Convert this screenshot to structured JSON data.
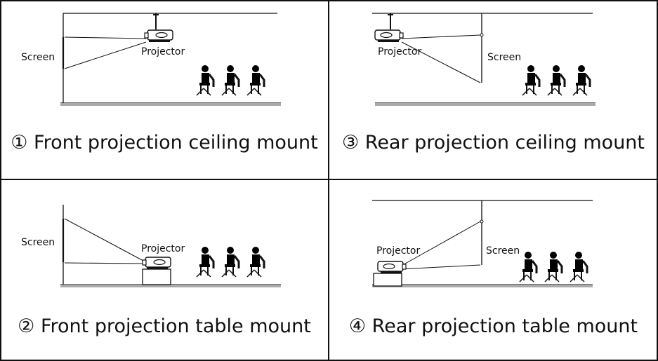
{
  "panels": [
    {
      "caption": "① Front projection ceiling mount",
      "screen_label": "Screen",
      "projector_label": "Projector"
    },
    {
      "caption": "③ Rear projection ceiling mount",
      "screen_label": "Screen",
      "projector_label": "Projector"
    },
    {
      "caption": "② Front projection table mount",
      "screen_label": "Screen",
      "projector_label": "Projector"
    },
    {
      "caption": "④ Rear projection table mount",
      "screen_label": "Screen",
      "projector_label": "Projector"
    }
  ]
}
